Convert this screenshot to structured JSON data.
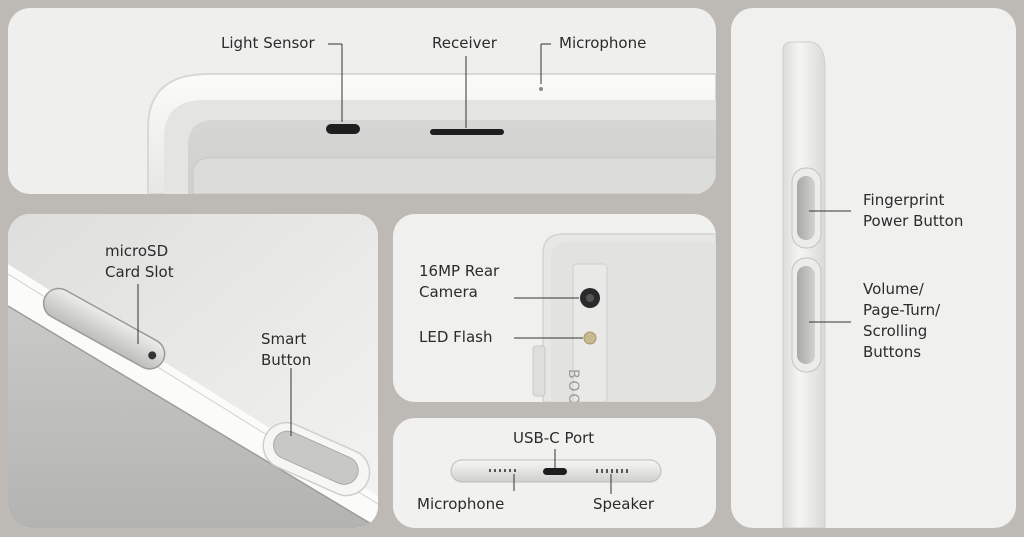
{
  "panels": {
    "top": {
      "light_sensor": "Light Sensor",
      "receiver": "Receiver",
      "microphone": "Microphone"
    },
    "left": {
      "microsd_line1": "microSD",
      "microsd_line2": "Card Slot",
      "smart_line1": "Smart",
      "smart_line2": "Button"
    },
    "camera": {
      "rear_line1": "16MP Rear",
      "rear_line2": "Camera",
      "flash": "LED Flash",
      "logo_text": "BOO"
    },
    "bottom": {
      "usb": "USB-C Port",
      "microphone": "Microphone",
      "speaker": "Speaker"
    },
    "side": {
      "fp_line1": "Fingerprint",
      "fp_line2": "Power Button",
      "vol_line1": "Volume/",
      "vol_line2": "Page-Turn/",
      "vol_line3": "Scrolling",
      "vol_line4": "Buttons"
    }
  }
}
